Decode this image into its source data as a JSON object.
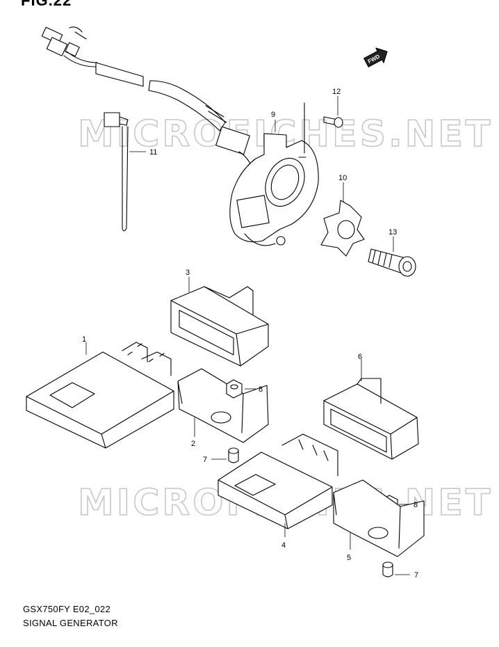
{
  "figure": {
    "title": "FIG.22",
    "model_code": "GSX750FY E02_022",
    "section_name": "SIGNAL GENERATOR",
    "fwd_label": "FWD",
    "watermark": "MICROFICHES.NET"
  },
  "parts": [
    {
      "number": "1"
    },
    {
      "number": "2"
    },
    {
      "number": "3"
    },
    {
      "number": "4"
    },
    {
      "number": "5"
    },
    {
      "number": "6"
    },
    {
      "number": "7"
    },
    {
      "number": "7"
    },
    {
      "number": "8"
    },
    {
      "number": "8"
    },
    {
      "number": "9"
    },
    {
      "number": "10"
    },
    {
      "number": "11"
    },
    {
      "number": "12"
    },
    {
      "number": "13"
    }
  ]
}
